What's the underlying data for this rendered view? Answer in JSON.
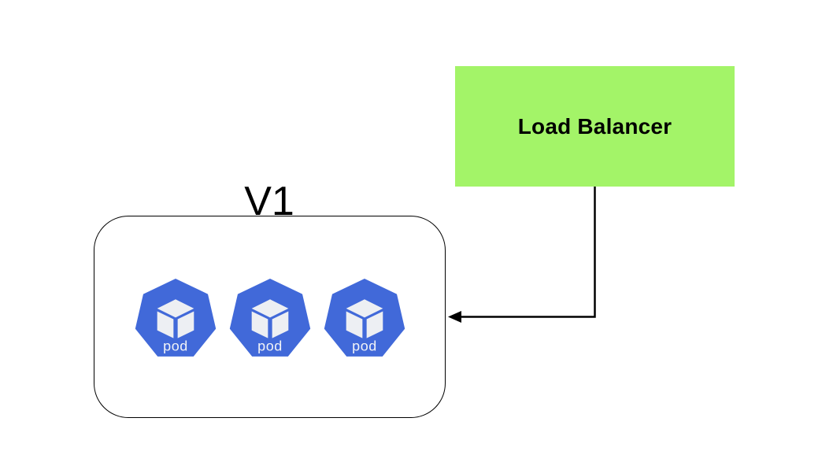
{
  "canvas": {
    "background": "#ffffff"
  },
  "load_balancer": {
    "label": "Load Balancer",
    "fill": "#a3f468",
    "text_color": "#000000"
  },
  "deployment": {
    "label": "V1",
    "border_color": "#000000",
    "pods": [
      {
        "label": "pod"
      },
      {
        "label": "pod"
      },
      {
        "label": "pod"
      }
    ]
  },
  "pod_icon": {
    "shape": "heptagon",
    "fill": "#4169d9",
    "cube_fill": "#edeff3",
    "label_color": "#f2f4f7"
  },
  "arrow": {
    "color": "#000000"
  }
}
